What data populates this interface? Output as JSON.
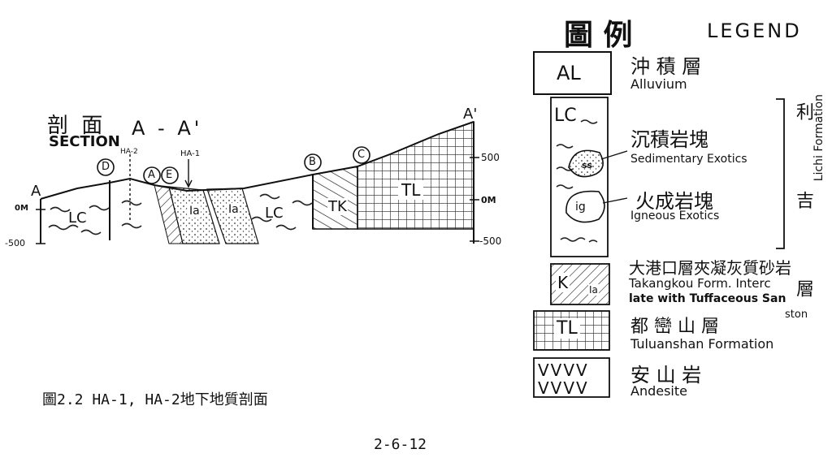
{
  "section": {
    "title_cn": "剖 面",
    "title_en": "SECTION",
    "title_ref": "A - A'",
    "label_a": "A",
    "label_a_prime": "A'",
    "borehole_ha2": "HA-2",
    "borehole_ha1": "HA-1",
    "scale_left_zero": "0M",
    "scale_left_minus": "-500",
    "scale_right_plus": "500",
    "scale_right_zero": "0M",
    "scale_right_minus": "-500",
    "unit_lc_1": "LC",
    "unit_lc_2": "LC",
    "unit_ia_1": "Ia",
    "unit_ia_2": "Ia",
    "unit_tk": "TK",
    "unit_tl": "TL",
    "circles": [
      "D",
      "A",
      "E",
      "B",
      "C"
    ]
  },
  "caption": "圖2.2   HA-1, HA-2地下地質剖面",
  "page_number": "2-6-12",
  "legend": {
    "title_cn": "圖  例",
    "title_en": "LEGEND",
    "items": [
      {
        "code": "AL",
        "cn": "沖 積 層",
        "en": "Alluvium"
      },
      {
        "code": "LC",
        "cn": "沉積岩塊",
        "en": "Sedimentary Exotics",
        "inner": "ss"
      },
      {
        "cn": "火成岩塊",
        "en": "Igneous Exotics",
        "inner": "ig"
      },
      {
        "code": "K",
        "code2": "Ia",
        "cn": "大港口層夾凝灰質砂岩",
        "en_1": "Takangkou Form. Interc",
        "en_2": "late with Tuffaceous San",
        "en_3": "ston"
      },
      {
        "code": "TL",
        "cn": "都 巒 山 層",
        "en": "Tuluanshan Formation"
      },
      {
        "code": "VVVV",
        "code2": "VVVV",
        "cn": "安 山 岩",
        "en": "Andesite"
      }
    ],
    "side_label": "Lichi Formation",
    "side_label_cn": "利 吉 層"
  }
}
